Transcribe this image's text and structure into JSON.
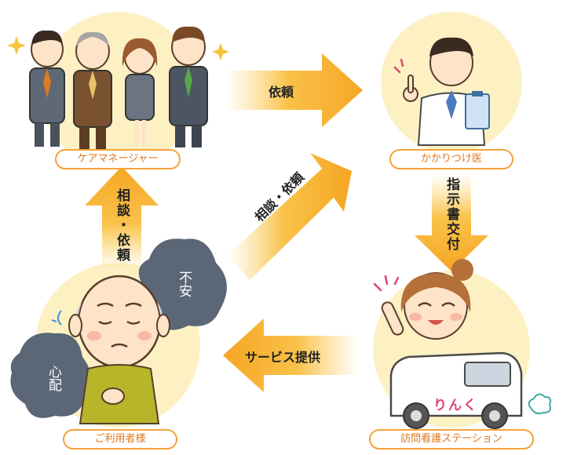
{
  "nodes": {
    "care_manager": "ケアマネージャー",
    "doctor": "かかりつけ医",
    "user": "ご利用者様",
    "nursing_station": "訪問看護ステーション"
  },
  "arrows": {
    "request": "依頼",
    "consult_request_diagonal": "相談・依頼",
    "consult_request_vertical": "相談・依頼",
    "instruction_issued": "指示書交付",
    "service": "サービス提供"
  },
  "illustration_text": {
    "anxiety": "不安",
    "worry": "心配",
    "van_logo": "りんく"
  },
  "colors": {
    "circle_bg": "#fdf1c4",
    "arrow": "#f7b733",
    "label_border": "#f4a23a",
    "label_text": "#e07a1f",
    "cloud": "#5b6776"
  }
}
